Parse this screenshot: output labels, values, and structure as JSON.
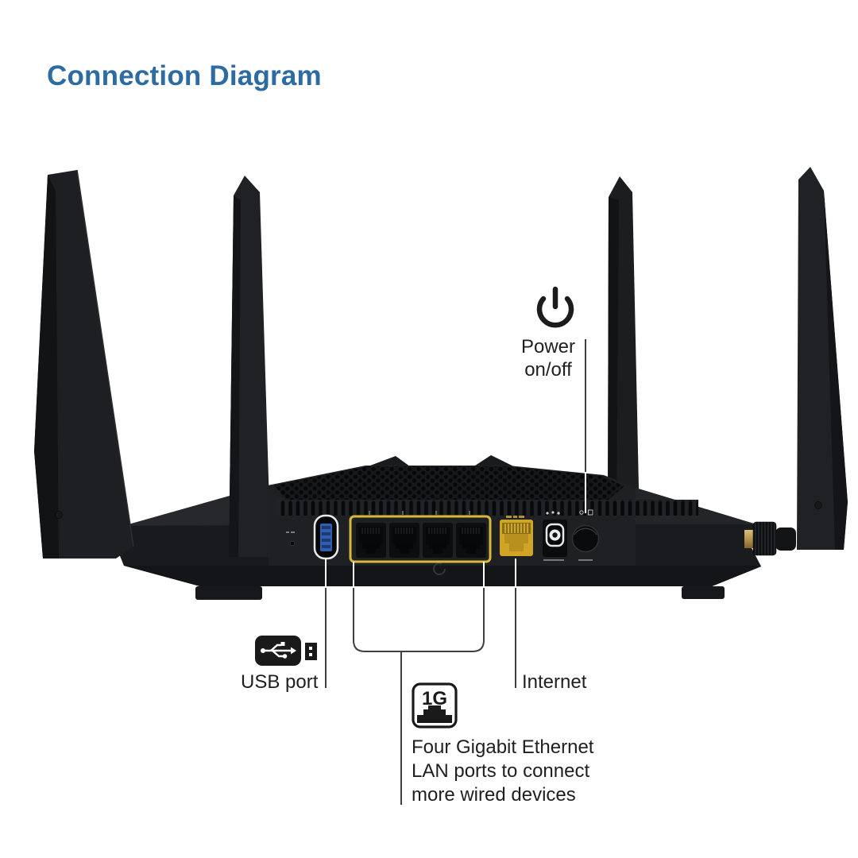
{
  "title": "Connection Diagram",
  "labels": {
    "power_line1": "Power",
    "power_line2": "on/off",
    "usb": "USB port",
    "internet": "Internet",
    "lan_icon_text": "1G",
    "lan_line1": "Four Gigabit Ethernet",
    "lan_line2": "LAN ports to connect",
    "lan_line3": "more wired devices"
  },
  "icons": {
    "power": "power-icon",
    "usb": "usb-icon",
    "lan": "ethernet-1g-icon"
  },
  "colors": {
    "title_blue": "#2d6ba3",
    "label_text": "#1f1f1f",
    "callout_dark": "#3f3f3f",
    "callout_light": "#ffffff",
    "lan_highlight_yellow": "#d8b838",
    "internet_port_yellow": "#d0a525",
    "usb_port_blue": "#2f5fae",
    "router_black": "#202124",
    "antenna_connector_gold": "#bfa258"
  }
}
